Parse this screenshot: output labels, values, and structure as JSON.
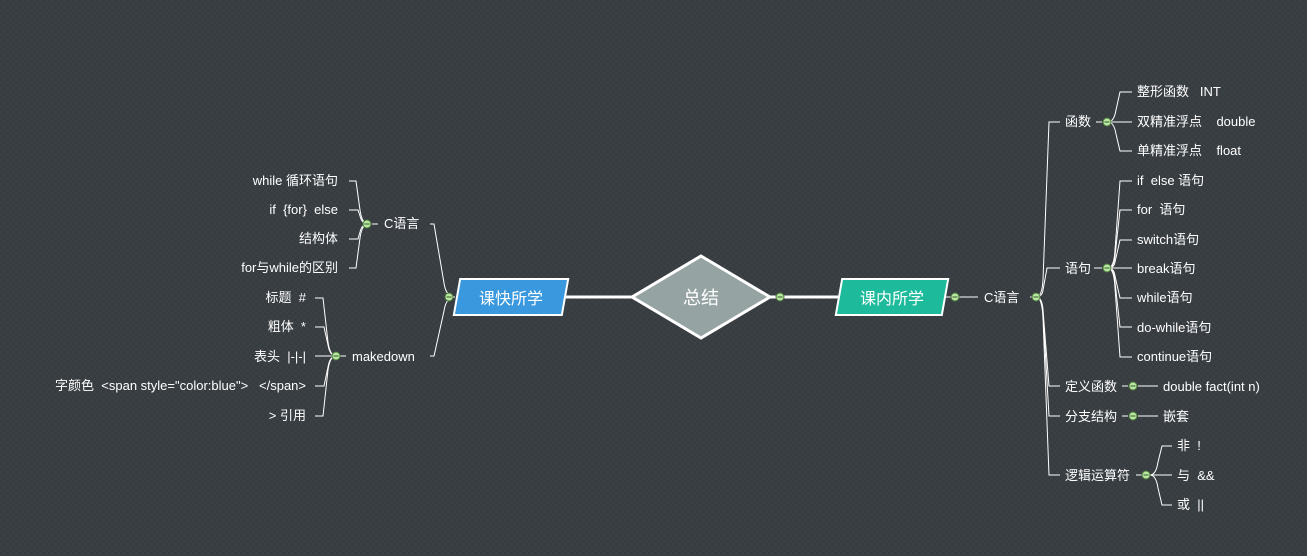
{
  "center": {
    "label": "总结"
  },
  "left_main": {
    "label": "课快所学"
  },
  "right_main": {
    "label": "课内所学"
  },
  "left": {
    "c_lang": {
      "label": "C语言",
      "items": [
        "while 循环语句",
        "if  {for}  else",
        "结构体",
        "for与while的区别"
      ]
    },
    "makedown": {
      "label": "makedown",
      "items": [
        "标题  #",
        "粗体  *",
        "表头  |-|-|",
        "字颜色  <span style=\"color:blue\">   </span>",
        "> 引用"
      ]
    }
  },
  "right": {
    "c_lang": {
      "label": "C语言"
    },
    "func": {
      "label": "函数",
      "items": [
        "整形函数   INT",
        "双精准浮点    double",
        "单精准浮点    float"
      ]
    },
    "stmt": {
      "label": "语句",
      "items": [
        "if  else 语句",
        "for  语句",
        "switch语句",
        "break语句",
        "while语句",
        "do-while语句",
        "continue语句"
      ]
    },
    "define": {
      "label": "定义函数",
      "item": "double fact(int n)"
    },
    "branch": {
      "label": "分支结构",
      "item": "嵌套"
    },
    "logic": {
      "label": "逻辑运算符",
      "items": [
        "非  !",
        "与  &&",
        "或  ||"
      ]
    }
  },
  "colors": {
    "background": "#373c41",
    "left_main_fill": "#3a98de",
    "right_main_fill": "#1dbb9c",
    "center_fill": "#96a3a3",
    "line": "#ffffff",
    "collapse_toggle": "#b7e7a0"
  }
}
